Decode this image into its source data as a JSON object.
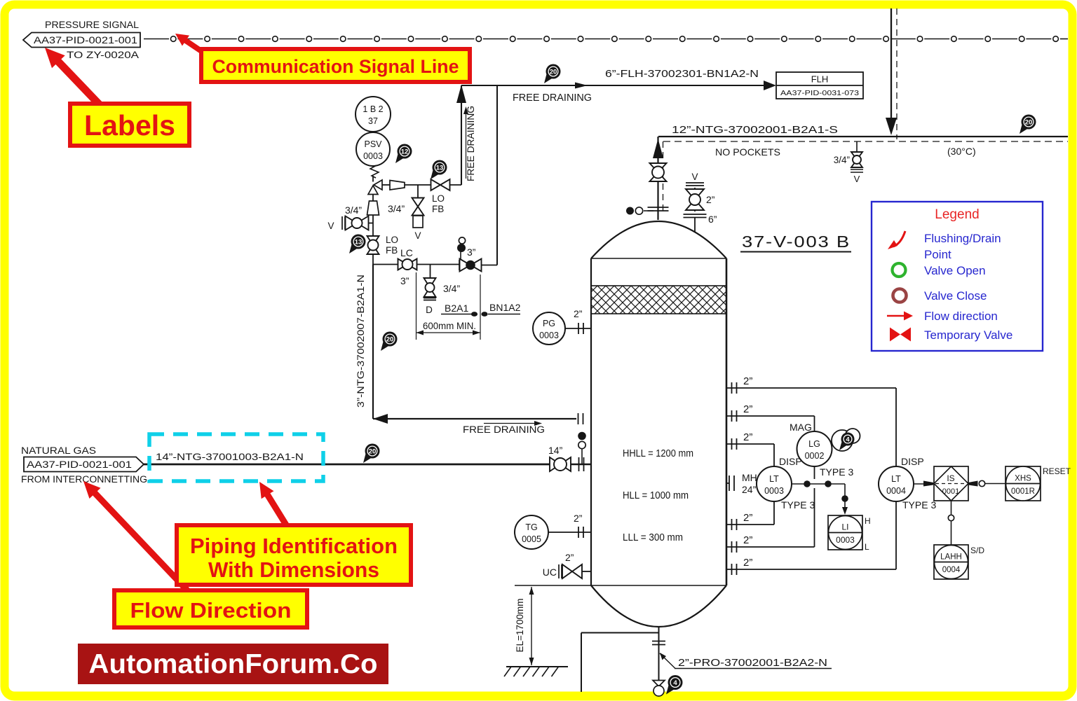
{
  "annotations": {
    "labels": "Labels",
    "comm_signal": "Communication Signal Line",
    "piping_id_1": "Piping Identification",
    "piping_id_2": "With Dimensions",
    "flow_direction": "Flow Direction",
    "watermark": "AutomationForum.Co"
  },
  "connectors": {
    "pressure_signal_title": "PRESSURE SIGNAL",
    "pressure_signal_tag": "AA37-PID-0021-001",
    "pressure_signal_dest": "TO ZY-0020A",
    "natural_gas_title": "NATURAL GAS",
    "natural_gas_tag": "AA37-PID-0021-001",
    "natural_gas_origin": "FROM INTERCONNETTING",
    "flh_service": "FLH",
    "flh_drawing": "AA37-PID-0031-073"
  },
  "pipes": {
    "flh": "6”-FLH-37002301-BN1A2-N",
    "ntg12": "12”-NTG-37002001-B2A1-S",
    "ntg12_note": "NO POCKETS",
    "ntg12_temp": "(30°C)",
    "ntg3": "3”-NTG-37002007-B2A1-N",
    "feed": "14”-NTG-37001003-B2A1-N",
    "pro": "2”-PRO-37002001-B2A2-N",
    "free_draining": "FREE DRAINING",
    "spec_left": "B2A1",
    "spec_right": "BN1A2",
    "spec_dim": "600mm MIN."
  },
  "sizes": {
    "s34": "3/4”",
    "s2": "2”",
    "s3": "3”",
    "s6": "6”",
    "s14": "14”",
    "s24": "24”"
  },
  "tags": {
    "v": "V",
    "d": "D",
    "uc": "UC",
    "lo": "LO",
    "fb": "FB",
    "lc": "LC",
    "mh": "MH",
    "mag": "MAG",
    "disp": "DISP",
    "type3": "TYPE 3",
    "h": "H",
    "l": "L",
    "reset": "RESET",
    "sd": "S/D"
  },
  "vessel": {
    "tag": "37-V-003 B",
    "hhll": "HHLL = 1200 mm",
    "hll": "HLL = 1000 mm",
    "lll": "LLL = 300 mm",
    "elevation": "EL=1700mm"
  },
  "instruments": {
    "note1": "1 B 2",
    "note2": "37",
    "psv": {
      "t": "PSV",
      "n": "0003"
    },
    "pg": {
      "t": "PG",
      "n": "0003"
    },
    "tg": {
      "t": "TG",
      "n": "0005"
    },
    "lg": {
      "t": "LG",
      "n": "0002"
    },
    "lt3": {
      "t": "LT",
      "n": "0003"
    },
    "lt4": {
      "t": "LT",
      "n": "0004"
    },
    "li": {
      "t": "LI",
      "n": "0003"
    },
    "is1": {
      "t": "IS",
      "n": "0001"
    },
    "xhs": {
      "t": "XHS",
      "n": "0001R"
    },
    "lahh": {
      "t": "LAHH",
      "n": "0004"
    }
  },
  "balloons": {
    "b4": "4",
    "b12": "12",
    "b13": "13",
    "b20": "20"
  },
  "legend": {
    "title": "Legend",
    "items": [
      {
        "icon": "flushing-drain-icon",
        "label1": "Flushing/Drain",
        "label2": "Point"
      },
      {
        "icon": "valve-open-icon",
        "label1": "Valve Open"
      },
      {
        "icon": "valve-close-icon",
        "label1": "Valve Close"
      },
      {
        "icon": "flow-direction-icon",
        "label1": "Flow direction"
      },
      {
        "icon": "temporary-valve-icon",
        "label1": "Temporary Valve"
      }
    ]
  },
  "colors": {
    "frame": "#ffff00",
    "annotation_red": "#e31313",
    "cyan_highlight": "#0fd0e8",
    "legend_blue": "#2626cf",
    "valve_open_green": "#2eb32e",
    "valve_close_maroon": "#9a4444",
    "banner_red": "#a81313",
    "line_ink": "#1f1f1f"
  }
}
